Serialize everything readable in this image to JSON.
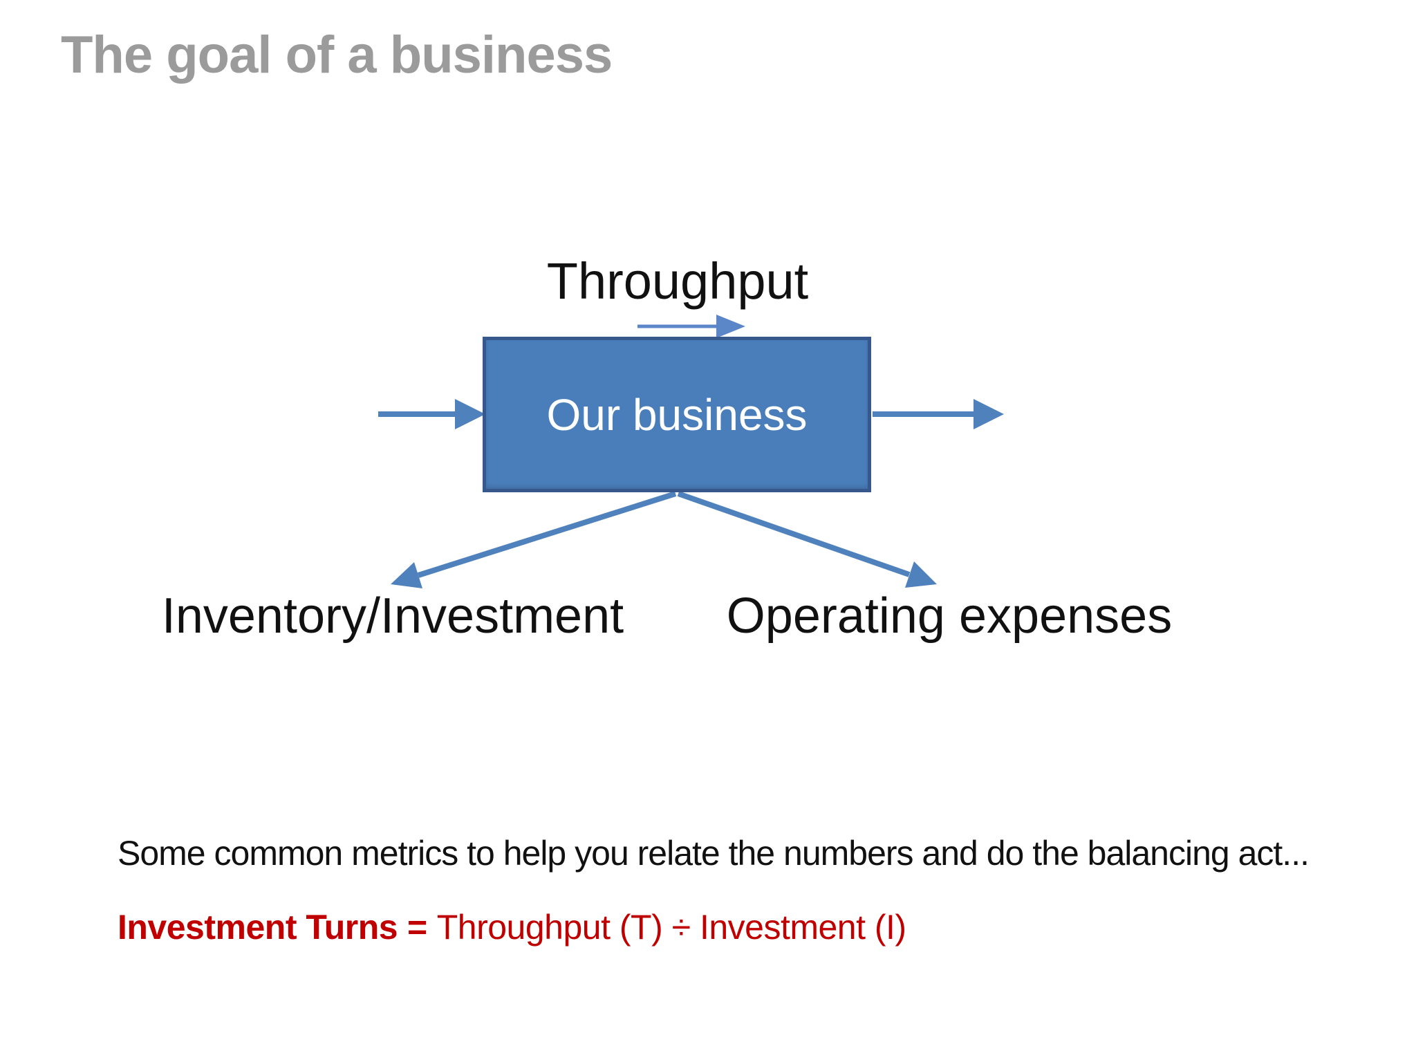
{
  "slide": {
    "title": "The goal of a business"
  },
  "diagram": {
    "throughput_label": "Throughput",
    "box_label": "Our business",
    "inventory_label": "Inventory/Investment",
    "expenses_label": "Operating expenses"
  },
  "notes": {
    "intro": "Some common metrics to help you relate the numbers and do the balancing act...",
    "formula": {
      "term": "Investment Turns",
      "equals": "=",
      "expression": "Throughput (T) ÷ Investment (I)"
    }
  },
  "colors": {
    "title_gray": "#9b9b9b",
    "text_black": "#111111",
    "box_fill": "#4a7ebb",
    "box_border": "#36588c",
    "arrow_blue": "#4f81bd",
    "small_arrow_blue": "#5b87c8",
    "formula_red": "#c00000"
  }
}
